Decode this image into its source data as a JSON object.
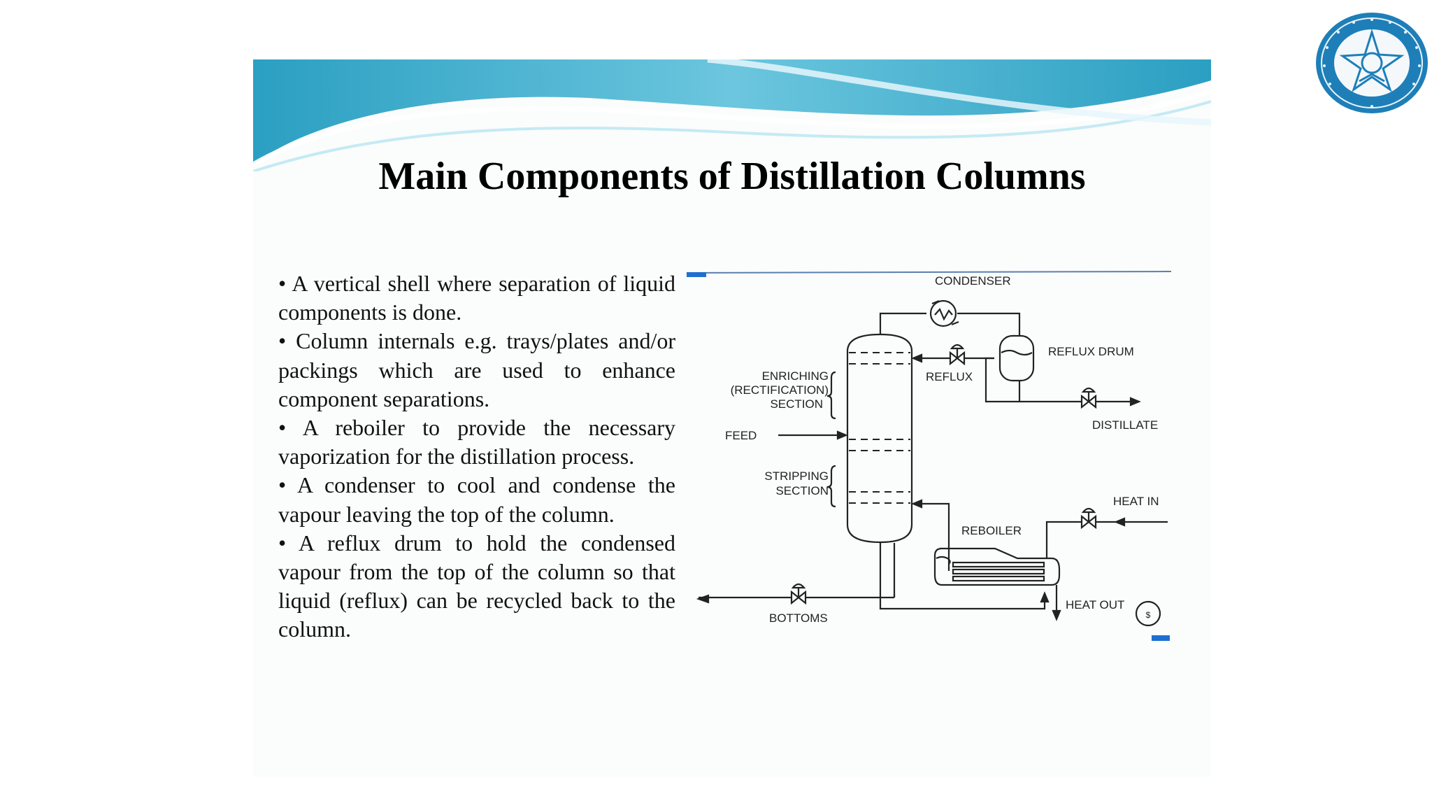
{
  "slide": {
    "title": "Main Components of Distillation Columns",
    "bullets": [
      "• A vertical shell where separation of liquid components is done.",
      "• Column internals e.g. trays/plates and/or packings which are used to enhance component separations.",
      "• A reboiler to provide the necessary vaporization for the distillation process.",
      "• A condenser to cool and condense the vapour leaving the top of the column.",
      "• A reflux drum to hold the condensed vapour from the top of the column so that liquid (reflux) can be recycled back to the column."
    ]
  },
  "diagram": {
    "labels": {
      "condenser": "CONDENSER",
      "reflux_drum": "REFLUX DRUM",
      "reflux": "REFLUX",
      "distillate": "DISTILLATE",
      "enriching_1": "ENRICHING",
      "enriching_2": "(RECTIFICATION)",
      "enriching_3": "SECTION",
      "feed": "FEED",
      "stripping_1": "STRIPPING",
      "stripping_2": "SECTION",
      "reboiler": "REBOILER",
      "heat_in": "HEAT IN",
      "heat_out": "HEAT OUT",
      "bottoms": "BOTTOMS"
    }
  },
  "colors": {
    "banner_dark": "#1e93b8",
    "banner_light": "#8ed4e6",
    "logo_blue": "#1e7fb8"
  }
}
